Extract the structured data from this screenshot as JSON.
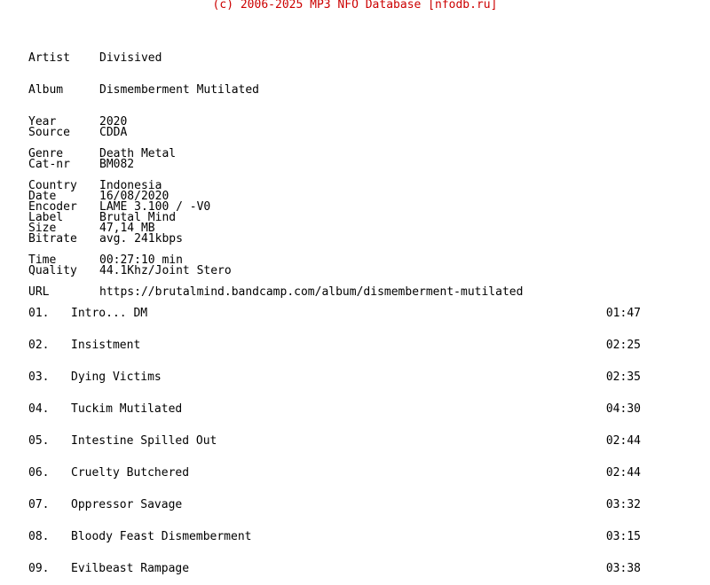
{
  "header": {
    "copyright": "(c) 2006-2025 MP3 NFO Database [nfodb.ru]",
    "accent_color": "#cc0000"
  },
  "info": [
    {
      "label": "Artist",
      "value": "Divisived"
    },
    {
      "label": "Album",
      "value": "Dismemberment Mutilated"
    },
    {
      "label": "Year",
      "value": "2020"
    },
    {
      "label": "Genre",
      "value": "Death Metal"
    },
    {
      "label": "Country",
      "value": "Indonesia"
    },
    {
      "label": "Label",
      "value": "Brutal Mind"
    }
  ],
  "source": [
    {
      "label": "Source",
      "value": "CDDA"
    },
    {
      "label": "Cat-nr",
      "value": "BM082"
    },
    {
      "label": "Date",
      "value": "16/08/2020"
    },
    {
      "label": "Size",
      "value": "47,14 MB"
    },
    {
      "label": "Time",
      "value": "00:27:10 min"
    },
    {
      "label": "URL",
      "value": "https://brutalmind.bandcamp.com/album/dismemberment-mutilated"
    }
  ],
  "encoding": [
    {
      "label": "Encoder",
      "value": "LAME 3.100 / -V0"
    },
    {
      "label": "Bitrate",
      "value": "avg. 241kbps"
    },
    {
      "label": "Quality",
      "value": "44.1Khz/Joint Stero"
    }
  ],
  "tracks": [
    {
      "num": "01.",
      "title": "Intro... DM",
      "time": "01:47"
    },
    {
      "num": "02.",
      "title": "Insistment",
      "time": "02:25"
    },
    {
      "num": "03.",
      "title": "Dying Victims",
      "time": "02:35"
    },
    {
      "num": "04.",
      "title": "Tuckim Mutilated",
      "time": "04:30"
    },
    {
      "num": "05.",
      "title": "Intestine Spilled Out",
      "time": "02:44"
    },
    {
      "num": "06.",
      "title": "Cruelty Butchered",
      "time": "02:44"
    },
    {
      "num": "07.",
      "title": "Oppressor Savage",
      "time": "03:32"
    },
    {
      "num": "08.",
      "title": "Bloody Feast Dismemberment",
      "time": "03:15"
    },
    {
      "num": "09.",
      "title": "Evilbeast Rampage",
      "time": "03:38"
    }
  ]
}
